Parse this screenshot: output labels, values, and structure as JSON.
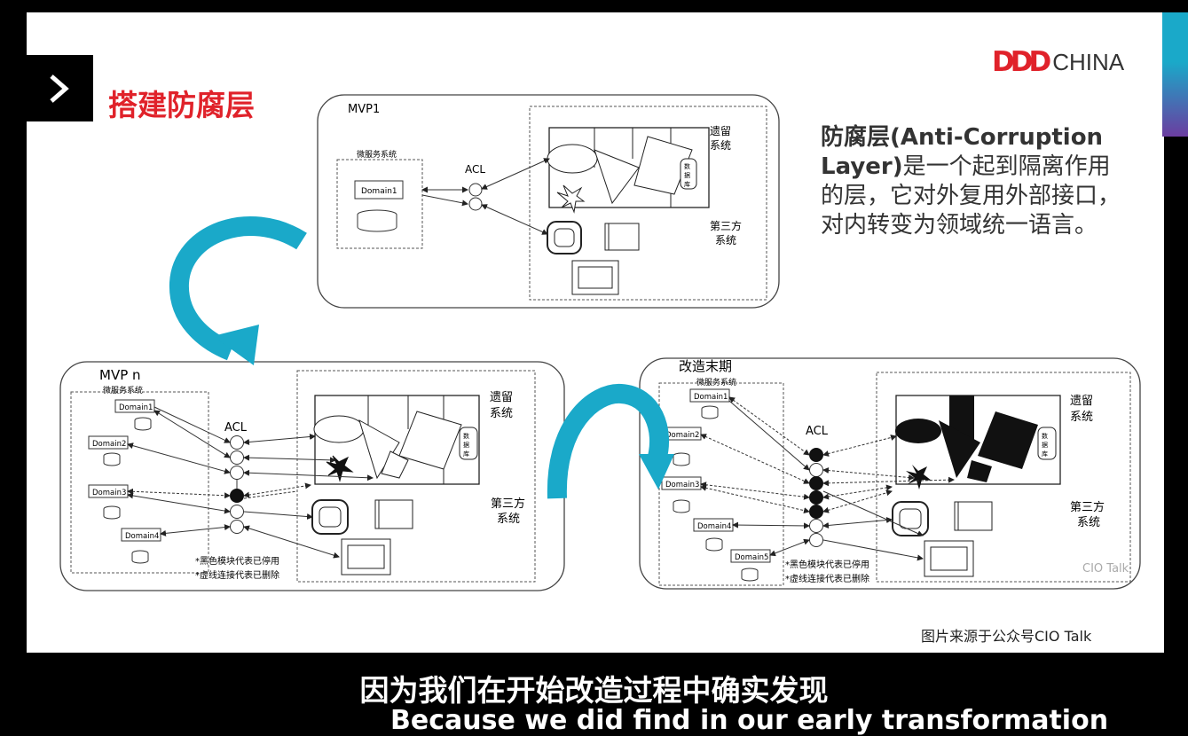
{
  "slide": {
    "title": "搭建防腐层",
    "logo_mark": "DDD",
    "logo_text": "CHINA",
    "description_bold": "防腐层(Anti-Corruption Layer)",
    "description_rest": "是一个起到隔离作用的层，它对外复用外部接口，对内转变为领域统一语言。",
    "credit": "图片来源于公众号CIO Talk",
    "watermark": "CIO Talk"
  },
  "diagrams": {
    "mvp1": {
      "label": "MVP1",
      "microservice_system": "微服务系统",
      "domains": [
        "Domain1"
      ],
      "acl": "ACL",
      "legacy_system": [
        "遗留",
        "系统"
      ],
      "database": [
        "数",
        "据",
        "库"
      ],
      "third_party": [
        "第三方",
        "系统"
      ]
    },
    "mvpn": {
      "label": "MVP n",
      "microservice_system": "微服务系统",
      "domains": [
        "Domain1",
        "Domain2",
        "Domain3",
        "Domain4"
      ],
      "acl": "ACL",
      "legacy_system": [
        "遗留",
        "系统"
      ],
      "database": [
        "数",
        "据",
        "库"
      ],
      "third_party": [
        "第三方",
        "系统"
      ],
      "notes": [
        "*黑色模块代表已停用",
        "*虚线连接代表已删除"
      ]
    },
    "final": {
      "label": "改造末期",
      "microservice_system": "微服务系统",
      "domains": [
        "Domain1",
        "Domain2",
        "Domain3",
        "Domain4",
        "Domain5"
      ],
      "acl": "ACL",
      "legacy_system": [
        "遗留",
        "系统"
      ],
      "database": [
        "数",
        "据",
        "库"
      ],
      "third_party": [
        "第三方",
        "系统"
      ],
      "notes": [
        "*黑色模块代表已停用",
        "*虚线连接代表已删除"
      ]
    }
  },
  "subtitles": {
    "zh": "因为我们在开始改造过程中确实发现",
    "en": "Because we did find in our early transformation"
  },
  "colors": {
    "title_red": "#e0222a",
    "arrow_teal": "#1aa9c9"
  }
}
